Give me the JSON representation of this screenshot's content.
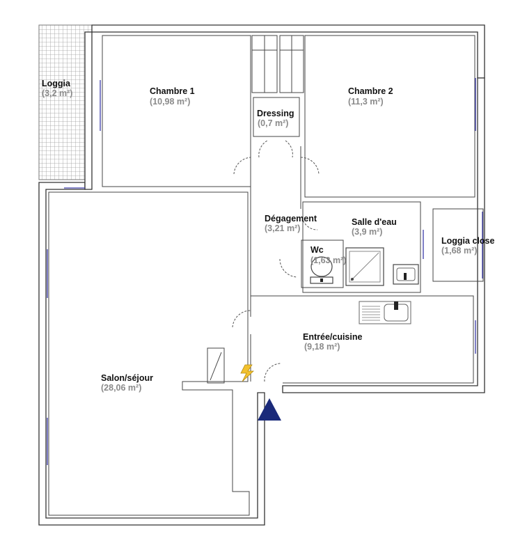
{
  "plan": {
    "rooms": [
      {
        "key": "loggia",
        "name": "Loggia",
        "area": "(3,2 m²)"
      },
      {
        "key": "chambre1",
        "name": "Chambre 1",
        "area": "(10,98 m²)"
      },
      {
        "key": "chambre2",
        "name": "Chambre 2",
        "area": "(11,3 m²)"
      },
      {
        "key": "dressing",
        "name": "Dressing",
        "area": "(0,7 m²)"
      },
      {
        "key": "degagement",
        "name": "Dégagement",
        "area": "(3,21 m²)"
      },
      {
        "key": "salle_eau",
        "name": "Salle d'eau",
        "area": "(3,9 m²)"
      },
      {
        "key": "loggia_close",
        "name": "Loggia close",
        "area": "(1,68 m²)"
      },
      {
        "key": "wc",
        "name": "Wc",
        "area": "(1,63 m²)"
      },
      {
        "key": "entree",
        "name": "Entrée/cuisine",
        "area": "(9,18 m²)"
      },
      {
        "key": "salon",
        "name": "Salon/séjour",
        "area": "(28,06 m²)"
      }
    ],
    "colors": {
      "wall": "#333333",
      "window": "#3a3aa8",
      "entrance_marker": "#1a2a7a",
      "electric_panel": "#f2c12e",
      "loggia_grid": "#9a9a9a"
    },
    "icons": [
      "entrance-arrow-icon",
      "electric-panel-icon",
      "sink-icon",
      "shower-icon",
      "washbasin-icon",
      "toilet-icon"
    ]
  }
}
